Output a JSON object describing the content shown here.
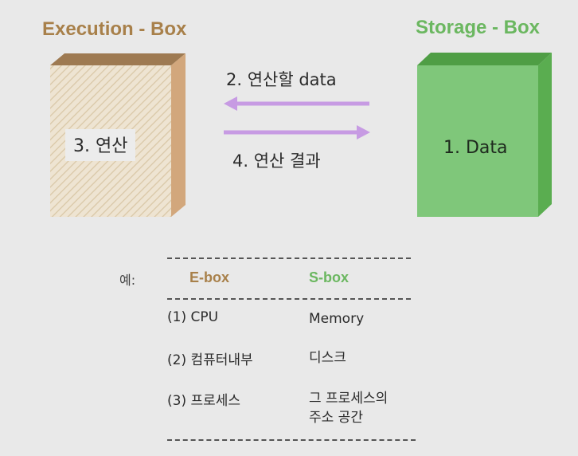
{
  "execution_box": {
    "title": "Execution - Box",
    "label": "3.  연산",
    "color": "#a8804a"
  },
  "storage_box": {
    "title": "Storage - Box",
    "label": "1. Data",
    "color": "#6bb760"
  },
  "arrows": {
    "top_label": "2.  연산할 data",
    "bottom_label": "4.  연산 결과",
    "color": "#c79be3"
  },
  "example": {
    "label": "예:",
    "columns": [
      "E-box",
      "S-box"
    ],
    "rows": [
      {
        "e": "(1) CPU",
        "s": "Memory"
      },
      {
        "e": "(2) 컴퓨터내부",
        "s": "디스크"
      },
      {
        "e": "(3) 프로세스",
        "s": "그 프로세스의\n주소 공간"
      }
    ]
  }
}
